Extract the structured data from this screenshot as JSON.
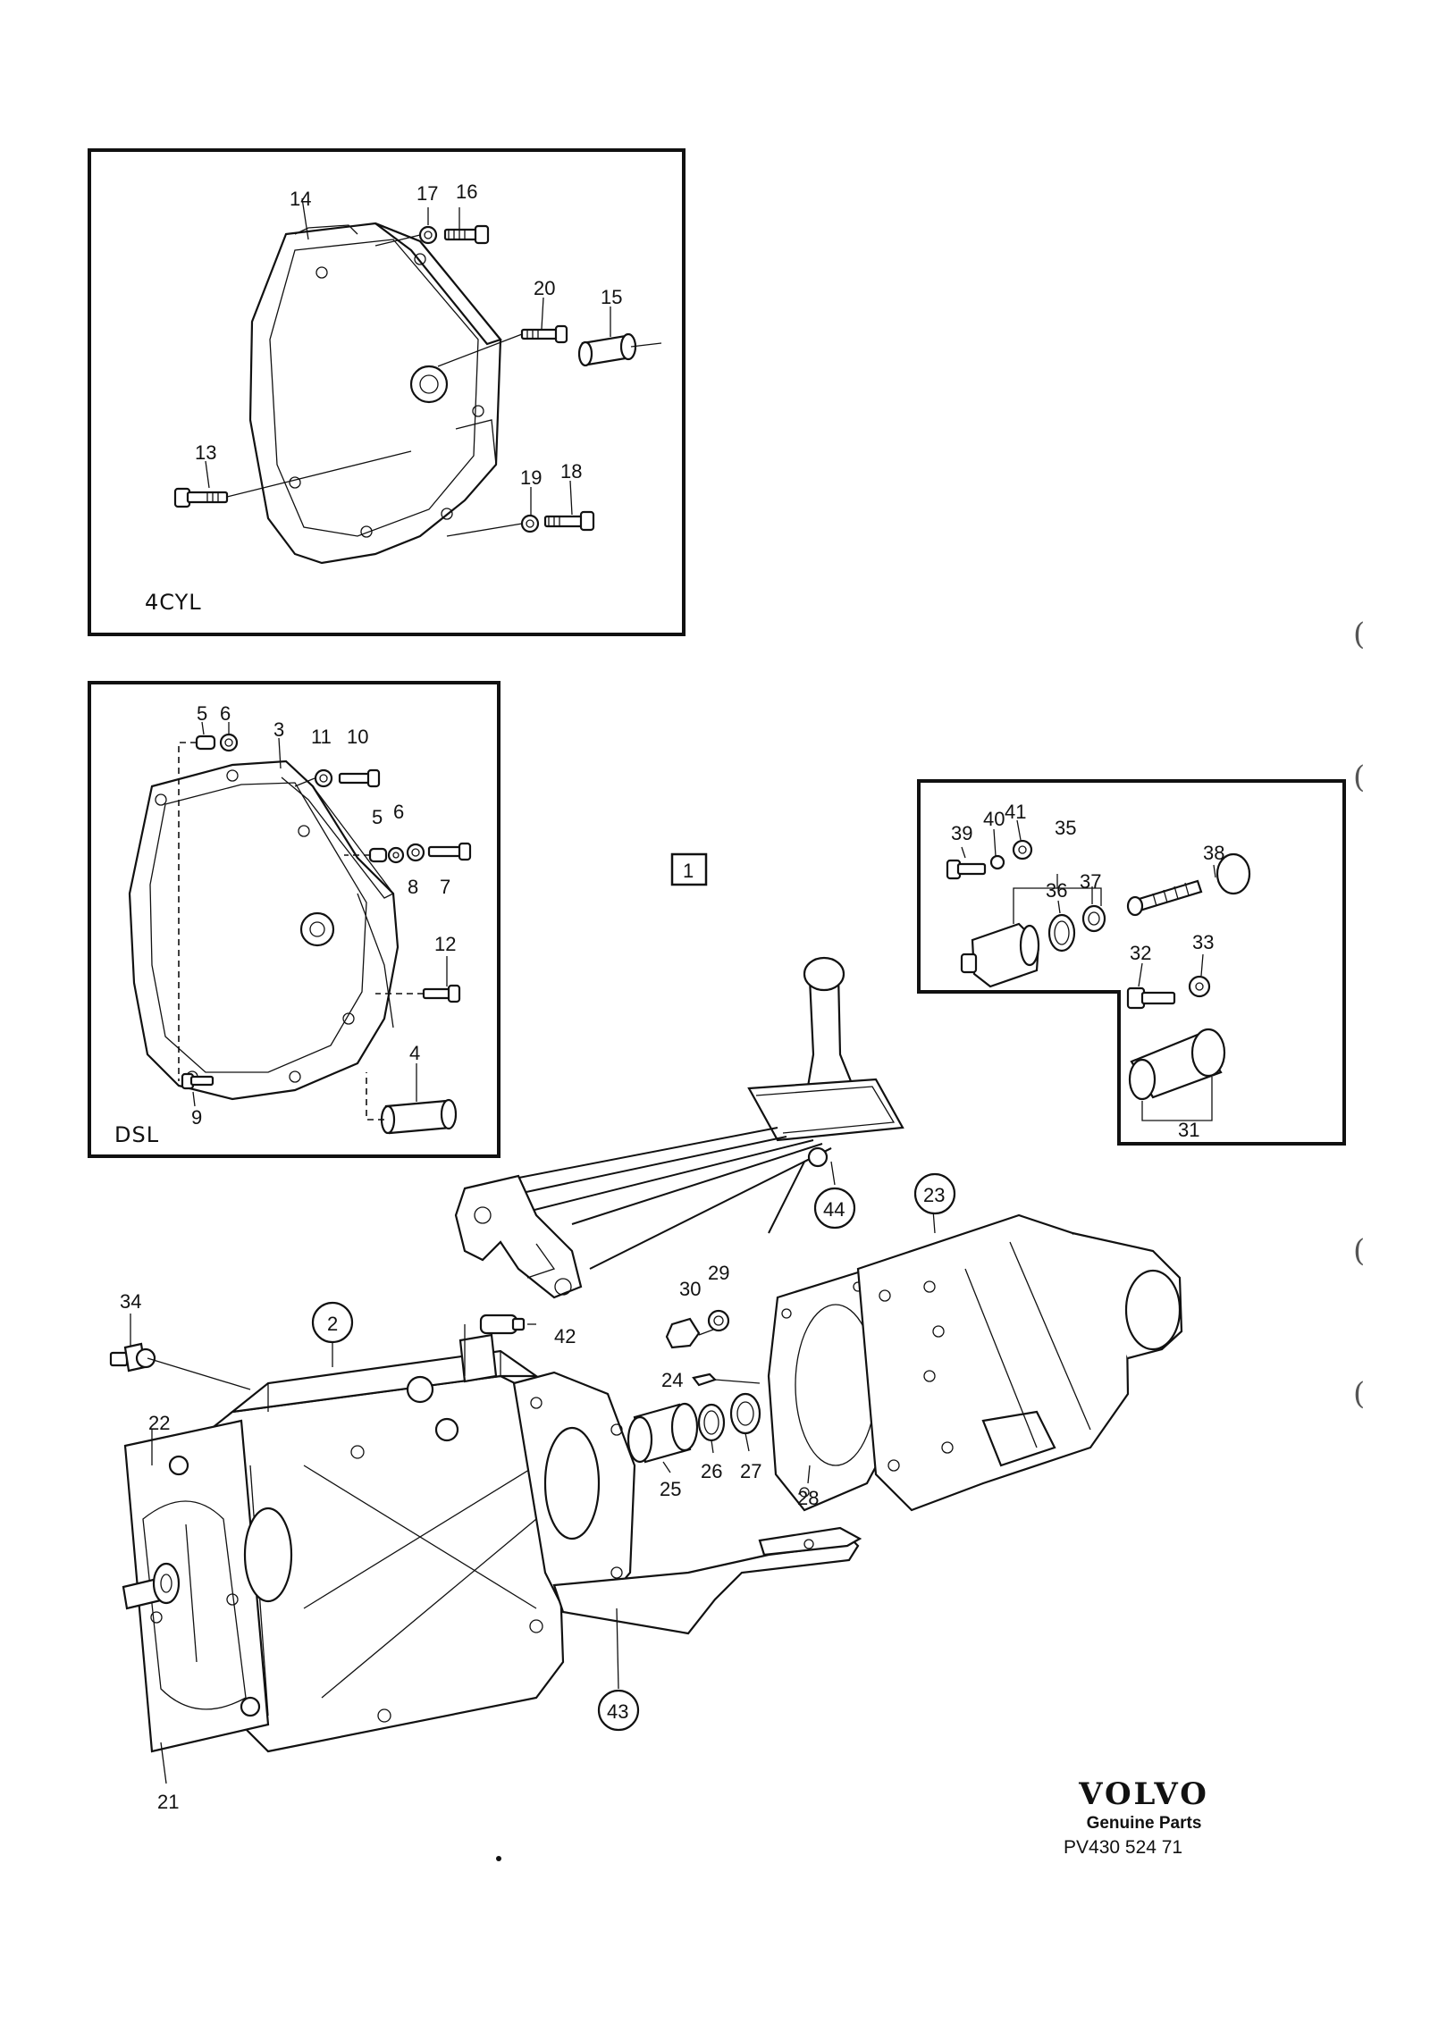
{
  "box_4cyl": {
    "title": "4CYL",
    "labels": [
      "14",
      "17",
      "16",
      "20",
      "15",
      "13",
      "19",
      "18"
    ]
  },
  "box_dsl": {
    "title": "DSL",
    "labels": [
      "5",
      "6",
      "3",
      "11",
      "10",
      "5",
      "6",
      "8",
      "7",
      "12",
      "4",
      "9"
    ]
  },
  "box_speedo": {
    "labels": [
      "39",
      "40",
      "41",
      "35",
      "38",
      "36",
      "37",
      "32",
      "33",
      "31"
    ]
  },
  "group_marker": "1",
  "main_labels": [
    "44",
    "23",
    "34",
    "2",
    "42",
    "30",
    "29",
    "24",
    "22",
    "25",
    "26",
    "27",
    "28",
    "21",
    "43"
  ],
  "brand": {
    "logo": "VOLVO",
    "subtitle": "Genuine Parts",
    "code": "PV430  524 71"
  }
}
